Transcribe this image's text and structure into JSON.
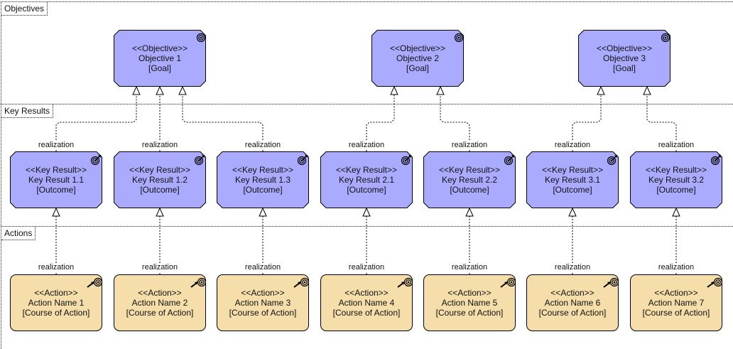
{
  "frames": {
    "objectives": "Objectives",
    "key_results": "Key Results",
    "actions": "Actions"
  },
  "objectives": [
    {
      "stereotype": "<<Objective>>",
      "name": "Objective 1",
      "type": "[Goal]"
    },
    {
      "stereotype": "<<Objective>>",
      "name": "Objective 2",
      "type": "[Goal]"
    },
    {
      "stereotype": "<<Objective>>",
      "name": "Objective 3",
      "type": "[Goal]"
    }
  ],
  "key_results": [
    {
      "stereotype": "<<Key Result>>",
      "name": "Key Result 1.1",
      "type": "[Outcome]"
    },
    {
      "stereotype": "<<Key Result>>",
      "name": "Key Result 1.2",
      "type": "[Outcome]"
    },
    {
      "stereotype": "<<Key Result>>",
      "name": "Key Result 1.3",
      "type": "[Outcome]"
    },
    {
      "stereotype": "<<Key Result>>",
      "name": "Key Result 2.1",
      "type": "[Outcome]"
    },
    {
      "stereotype": "<<Key Result>>",
      "name": "Key Result 2.2",
      "type": "[Outcome]"
    },
    {
      "stereotype": "<<Key Result>>",
      "name": "Key Result 3.1",
      "type": "[Outcome]"
    },
    {
      "stereotype": "<<Key Result>>",
      "name": "Key Result 3.2",
      "type": "[Outcome]"
    }
  ],
  "actions": [
    {
      "stereotype": "<<Action>>",
      "name": "Action Name 1",
      "type": "[Course of Action]"
    },
    {
      "stereotype": "<<Action>>",
      "name": "Action Name 2",
      "type": "[Course of Action]"
    },
    {
      "stereotype": "<<Action>>",
      "name": "Action Name 3",
      "type": "[Course of Action]"
    },
    {
      "stereotype": "<<Action>>",
      "name": "Action Name 4",
      "type": "[Course of Action]"
    },
    {
      "stereotype": "<<Action>>",
      "name": "Action Name 5",
      "type": "[Course of Action]"
    },
    {
      "stereotype": "<<Action>>",
      "name": "Action Name 6",
      "type": "[Course of Action]"
    },
    {
      "stereotype": "<<Action>>",
      "name": "Action Name 7",
      "type": "[Course of Action]"
    }
  ],
  "edges": {
    "kr_to_objective": [
      {
        "from": 0,
        "to": 0,
        "label": "realization"
      },
      {
        "from": 1,
        "to": 0,
        "label": "realization"
      },
      {
        "from": 2,
        "to": 0,
        "label": "realization"
      },
      {
        "from": 3,
        "to": 1,
        "label": "realization"
      },
      {
        "from": 4,
        "to": 1,
        "label": "realization"
      },
      {
        "from": 5,
        "to": 2,
        "label": "realization"
      },
      {
        "from": 6,
        "to": 2,
        "label": "realization"
      }
    ],
    "action_to_kr": [
      {
        "from": 0,
        "to": 0,
        "label": "realization"
      },
      {
        "from": 1,
        "to": 1,
        "label": "realization"
      },
      {
        "from": 2,
        "to": 2,
        "label": "realization"
      },
      {
        "from": 3,
        "to": 3,
        "label": "realization"
      },
      {
        "from": 4,
        "to": 4,
        "label": "realization"
      },
      {
        "from": 5,
        "to": 5,
        "label": "realization"
      },
      {
        "from": 6,
        "to": 6,
        "label": "realization"
      }
    ]
  },
  "colors": {
    "motivation_fill": "#aaaaff",
    "action_fill": "#f5deaa",
    "stroke": "#000000"
  },
  "icons": {
    "objective": "target-icon",
    "key_result": "target-arrow-icon",
    "action": "action-target-icon"
  }
}
